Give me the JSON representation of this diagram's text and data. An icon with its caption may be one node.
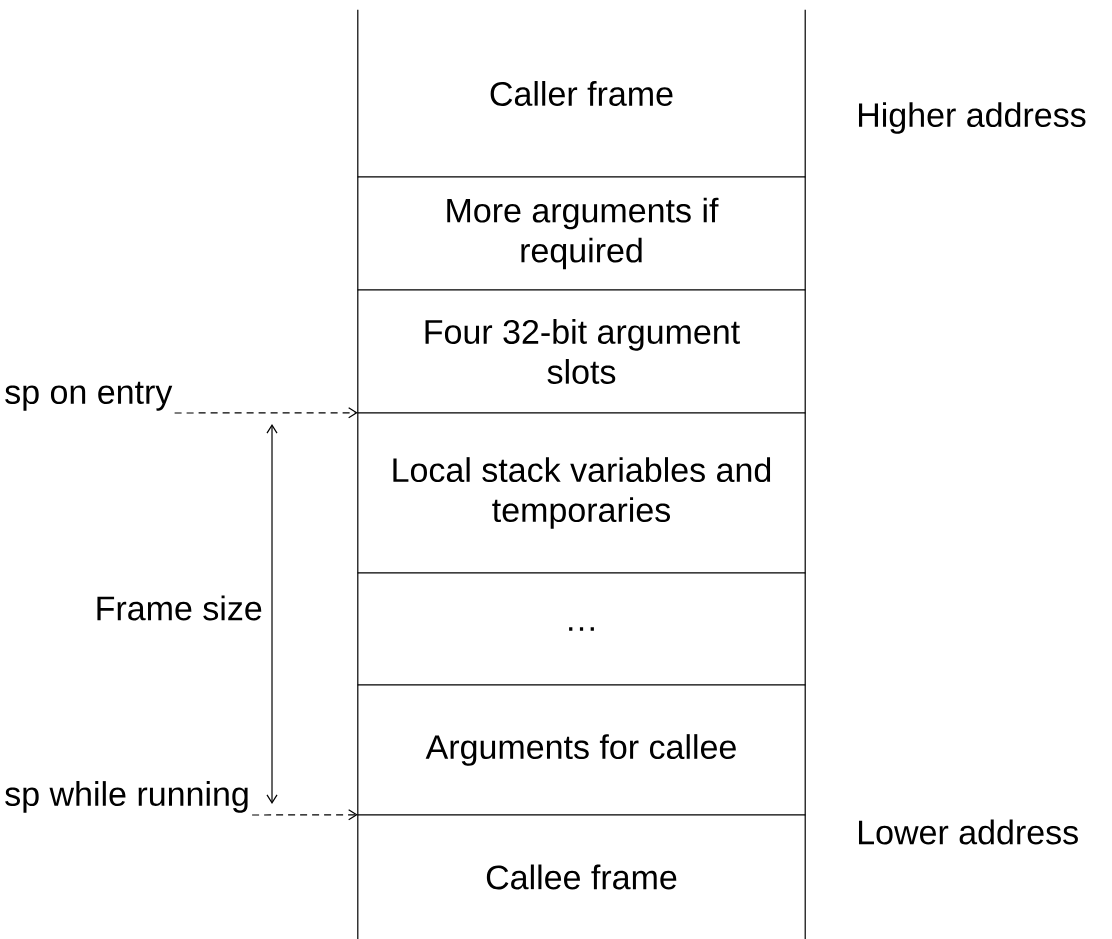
{
  "diagram": {
    "nodes": [
      {
        "text": [
          "Caller frame"
        ]
      },
      {
        "text": [
          "More arguments if required"
        ]
      },
      {
        "text": [
          "Four 32-bit argument slots"
        ]
      },
      {
        "text": [
          "Local stack variables and temporaries"
        ]
      },
      {
        "text": [
          "…"
        ]
      },
      {
        "text": [
          "Arguments for callee"
        ]
      },
      {
        "text": [
          "Callee frame"
        ]
      },
      {
        "text": [
          "sp on entry"
        ]
      },
      {
        "text": [
          "sp while running"
        ]
      }
    ],
    "edges": [
      {
        "from": 7,
        "to": 3,
        "arrow": "to",
        "style": "dashed"
      },
      {
        "from": 8,
        "to": 6,
        "arrow": "to",
        "style": "dashed"
      }
    ],
    "labels": [
      "Higher address",
      "Frame size",
      "Lower address"
    ]
  }
}
